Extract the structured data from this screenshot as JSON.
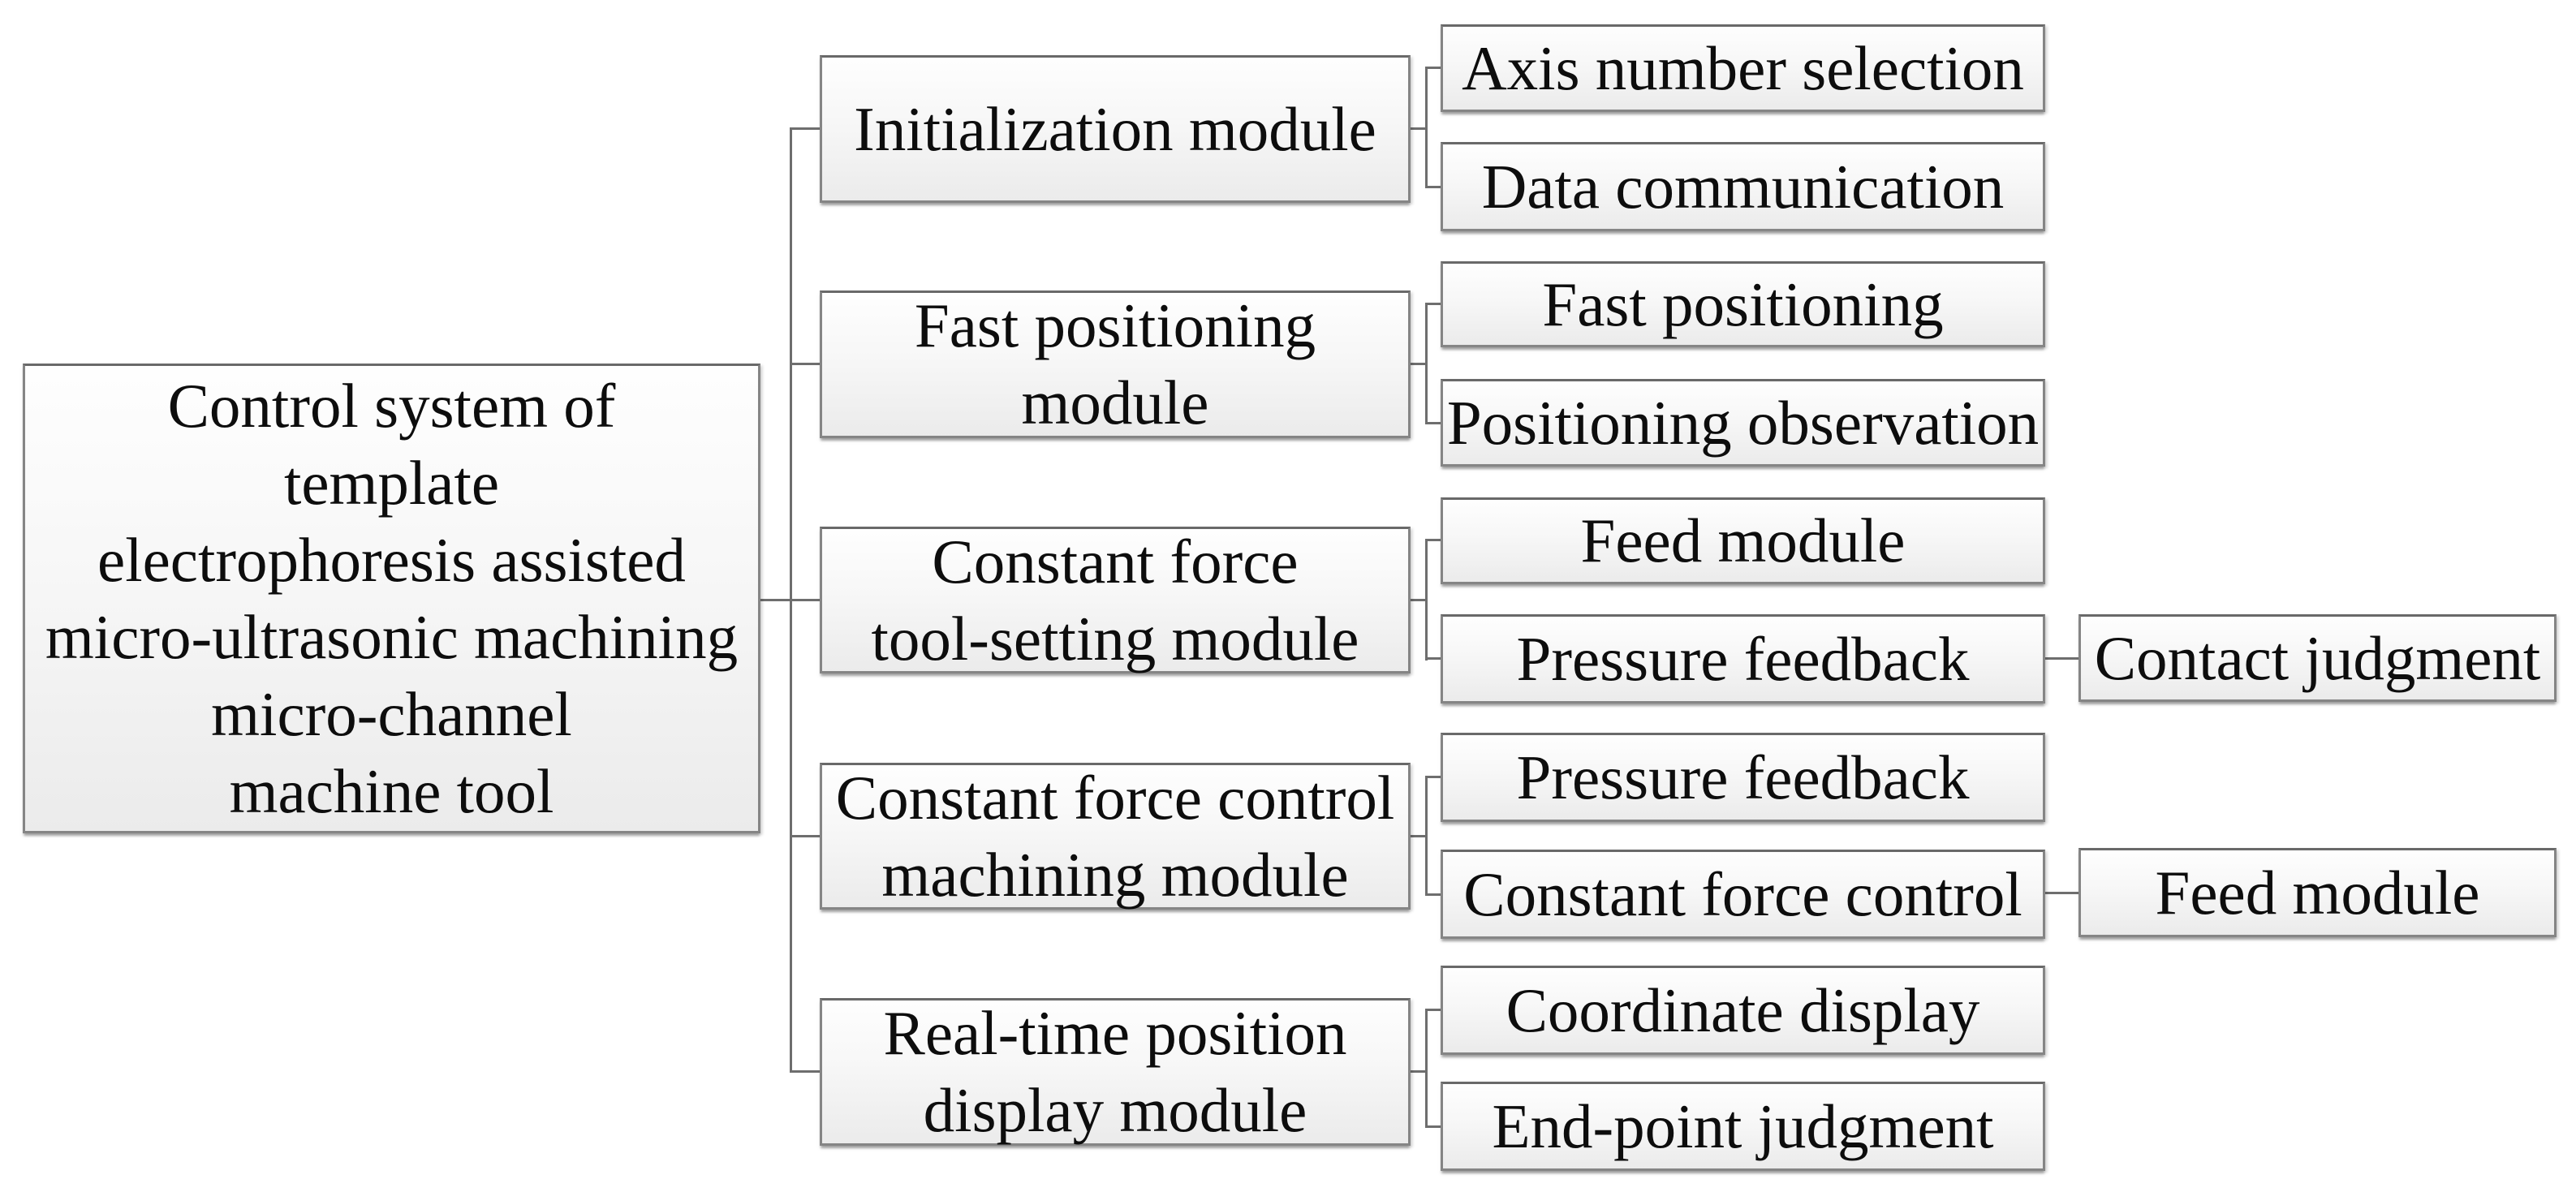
{
  "diagram": {
    "root": {
      "label": "Control system of\ntemplate\nelectrophoresis assisted\nmicro-ultrasonic machining\nmicro-channel\nmachine tool"
    },
    "modules": [
      {
        "label": "Initialization module",
        "children": [
          {
            "label": "Axis number selection"
          },
          {
            "label": "Data communication"
          }
        ]
      },
      {
        "label": "Fast positioning\nmodule",
        "children": [
          {
            "label": "Fast positioning"
          },
          {
            "label": "Positioning observation"
          }
        ]
      },
      {
        "label": "Constant force\ntool-setting module",
        "children": [
          {
            "label": "Feed module"
          },
          {
            "label": "Pressure feedback",
            "children": [
              {
                "label": "Contact judgment"
              }
            ]
          }
        ]
      },
      {
        "label": "Constant force control\nmachining module",
        "children": [
          {
            "label": "Pressure feedback"
          },
          {
            "label": "Constant force control",
            "children": [
              {
                "label": "Feed module"
              }
            ]
          }
        ]
      },
      {
        "label": "Real-time position\ndisplay module",
        "children": [
          {
            "label": "Coordinate display"
          },
          {
            "label": "End-point judgment"
          }
        ]
      }
    ],
    "colors": {
      "box_fill_top": "#fefefe",
      "box_fill_bottom": "#ebebeb",
      "box_border": "#858585",
      "connector": "#6e6e6e",
      "text": "#0d0d0d",
      "background": "#ffffff"
    }
  }
}
